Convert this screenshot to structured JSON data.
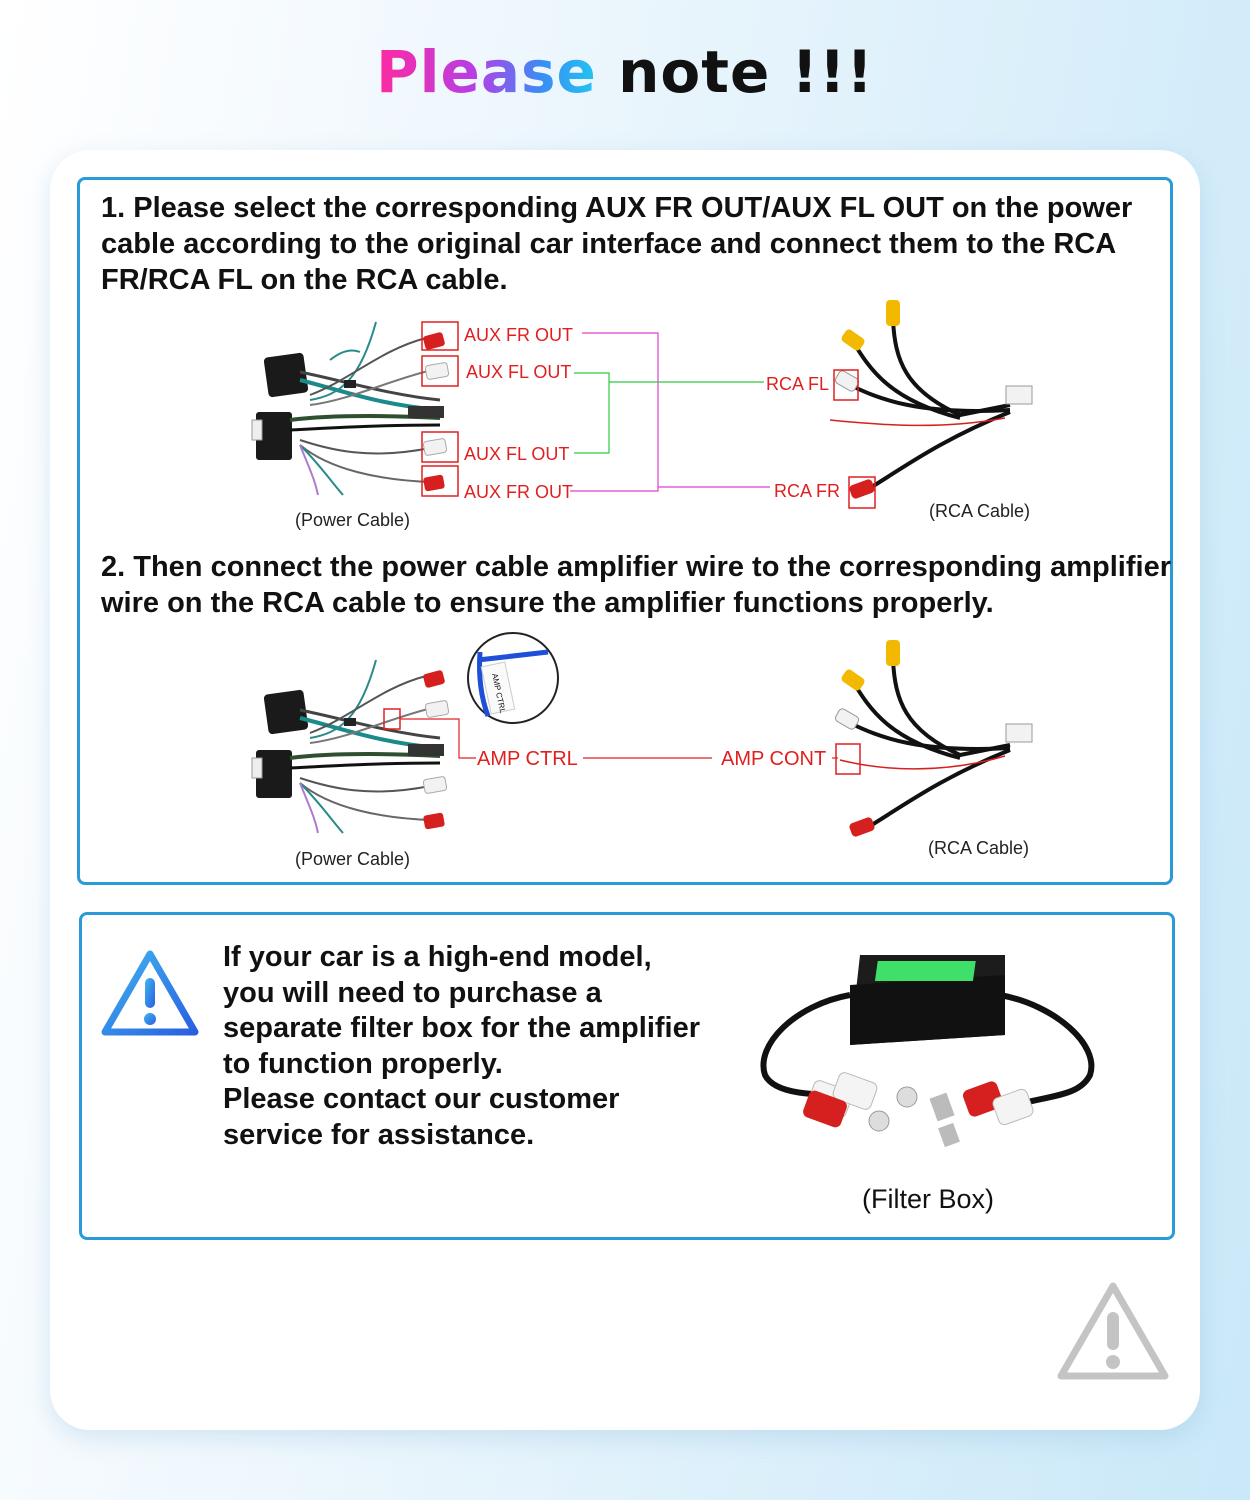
{
  "headline": {
    "part1": "Please",
    "part2": "note !!!"
  },
  "step1": {
    "text": "1. Please select the corresponding AUX FR OUT/AUX FL OUT on the power cable according to the original car interface and connect them to the RCA FR/RCA FL on the RCA cable."
  },
  "diagram1": {
    "aux_fr_out_top": "AUX FR OUT",
    "aux_fl_out_top": "AUX FL OUT",
    "aux_fl_out_bottom": "AUX FL OUT",
    "aux_fr_out_bottom": "AUX FR OUT",
    "rca_fl": "RCA FL",
    "rca_fr": "RCA FR",
    "power_cable_caption": "(Power Cable)",
    "rca_cable_caption": "(RCA Cable)"
  },
  "step2": {
    "text": "2. Then connect the power cable amplifier wire to the corresponding amplifier wire on the RCA cable to ensure the amplifier functions properly."
  },
  "diagram2": {
    "amp_ctrl": "AMP CTRL",
    "amp_cont": "AMP CONT",
    "zoom_tag": "AMP CTRL",
    "power_cable_caption": "(Power Cable)",
    "rca_cable_caption": "(RCA Cable)"
  },
  "warning": {
    "lines": [
      "If your car is a high-end model,",
      "you will need to purchase a",
      "separate filter box for the amplifier",
      "to function properly.",
      "Please contact our customer",
      "service for assistance."
    ],
    "filter_caption": "(Filter Box)"
  },
  "icons": {
    "warning_blue": "warning-triangle-icon",
    "warning_gray": "warning-triangle-icon"
  },
  "colors": {
    "accent_blue": "#2a9bd8",
    "label_red": "#e02020",
    "line_pink": "#e040d0",
    "line_green": "#2ecc40"
  }
}
